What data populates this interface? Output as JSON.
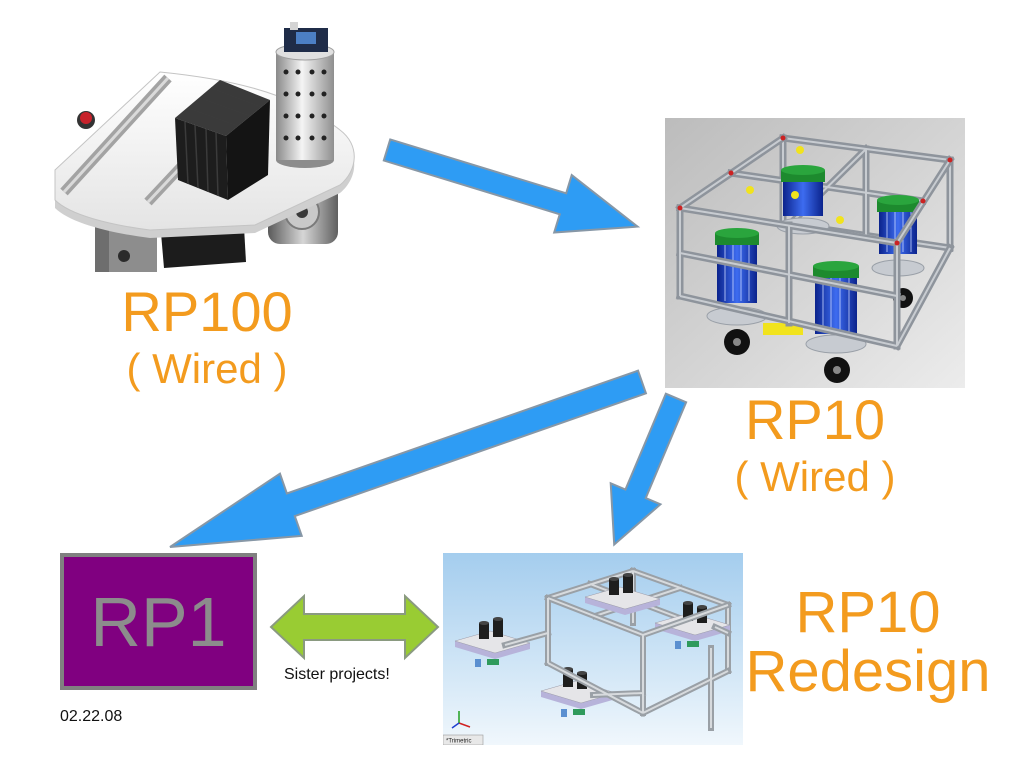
{
  "slide": {
    "rp100": {
      "title": "RP100",
      "subtitle": "( Wired )"
    },
    "rp10": {
      "title": "RP10",
      "subtitle": "( Wired )"
    },
    "rp1": {
      "label": "RP1",
      "date": "02.22.08"
    },
    "sister_projects": "Sister projects!",
    "redesign": {
      "title": "RP10",
      "subtitle": "Redesign",
      "view_label": "*Trimetric"
    }
  },
  "colors": {
    "accent": "#F39B1E",
    "arrow": "#2E9CF4",
    "arrow_outline": "#8797A6",
    "double_arrow": "#99CC33",
    "double_arrow_outline": "#8A9A80",
    "rp1_fill": "#800080",
    "rp1_border": "#808080",
    "rp1_text": "#8C8C8C",
    "text": "#111111"
  },
  "icons": {
    "rp100": "rp100-robot-photo",
    "rp10": "rp10-cad-render",
    "redesign": "rp10-redesign-cad-render",
    "arrow": "arrow-icon",
    "double_arrow": "double-arrow-icon",
    "triad": "axis-triad-icon"
  }
}
